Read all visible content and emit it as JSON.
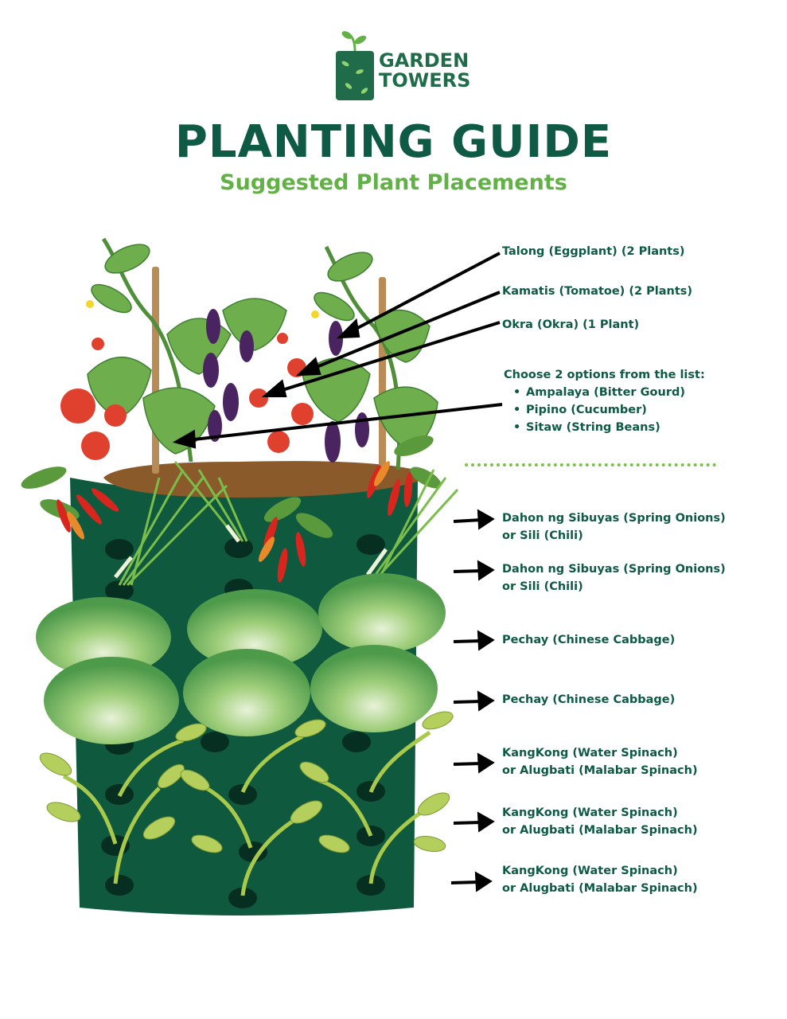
{
  "brand": {
    "name_line1": "GARDEN",
    "name_line2": "TOWERS"
  },
  "title": "PLANTING GUIDE",
  "subtitle": "Suggested Plant Placements",
  "top_labels": [
    {
      "text": "Talong (Eggplant) (2 Plants)"
    },
    {
      "text": "Kamatis (Tomatoe) (2 Plants)"
    },
    {
      "text": "Okra (Okra) (1 Plant)"
    }
  ],
  "choose": {
    "heading": "Choose 2 options from the list:",
    "options": [
      "Ampalaya (Bitter Gourd)",
      "Pipino (Cucumber)",
      "Sitaw (String Beans)"
    ]
  },
  "pocket_labels": [
    {
      "line1": "Dahon ng Sibuyas (Spring Onions)",
      "line2": "or Sili (Chili)"
    },
    {
      "line1": "Dahon ng Sibuyas (Spring Onions)",
      "line2": "or Sili (Chili)"
    },
    {
      "line1": "Pechay (Chinese Cabbage)",
      "line2": ""
    },
    {
      "line1": "Pechay (Chinese Cabbage)",
      "line2": ""
    },
    {
      "line1": "KangKong (Water Spinach)",
      "line2": "or Alugbati (Malabar Spinach)"
    },
    {
      "line1": "KangKong (Water Spinach)",
      "line2": "or Alugbati (Malabar Spinach)"
    },
    {
      "line1": "KangKong (Water Spinach)",
      "line2": "or Alugbati (Malabar Spinach)"
    }
  ],
  "colors": {
    "dark_green": "#0e5a45",
    "light_green": "#62b146",
    "bag_green": "#0f5a3e",
    "soil": "#8b5a2b"
  }
}
